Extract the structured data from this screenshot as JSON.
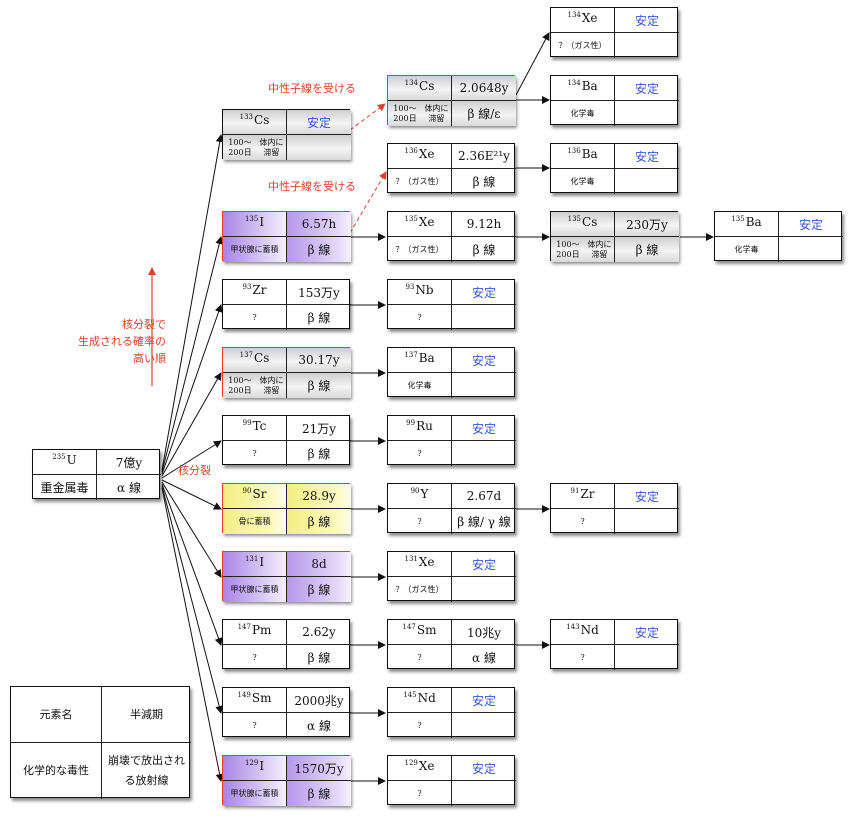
{
  "labels": {
    "fission": "核分裂",
    "neutron_1": "中性子線を受ける",
    "neutron_2": "中性子線を受ける",
    "probability": [
      "核分裂で",
      "生成される確率の",
      "高い順"
    ]
  },
  "legend": {
    "name": "元素名",
    "halflife": "半減期",
    "toxicity": "化学的な毒性",
    "radiation": "崩壊で放出される放射線"
  },
  "nodes": {
    "u235": {
      "mass": "235",
      "sym": "U",
      "life": "7億y",
      "tox": "重金属毒",
      "ray": "α 線"
    },
    "cs133": {
      "mass": "133",
      "sym": "Cs",
      "life": "安定",
      "tox": "100〜200日 体内に滞留",
      "ray": ""
    },
    "i135": {
      "mass": "135",
      "sym": "I",
      "life": "6.57h",
      "tox": "甲状腺に蓄積",
      "ray": "β 線"
    },
    "zr93": {
      "mass": "93",
      "sym": "Zr",
      "life": "153万y",
      "tox": "?",
      "ray": "β 線"
    },
    "cs137": {
      "mass": "137",
      "sym": "Cs",
      "life": "30.17y",
      "tox": "100〜200日 体内に滞留",
      "ray": "β 線"
    },
    "tc99": {
      "mass": "99",
      "sym": "Tc",
      "life": "21万y",
      "tox": "?",
      "ray": "β 線"
    },
    "sr90": {
      "mass": "90",
      "sym": "Sr",
      "life": "28.9y",
      "tox": "骨に蓄積",
      "ray": "β 線"
    },
    "i131": {
      "mass": "131",
      "sym": "I",
      "life": "8d",
      "tox": "甲状腺に蓄積",
      "ray": "β 線"
    },
    "pm147": {
      "mass": "147",
      "sym": "Pm",
      "life": "2.62y",
      "tox": "?",
      "ray": "β 線"
    },
    "sm149": {
      "mass": "149",
      "sym": "Sm",
      "life": "2000兆y",
      "tox": "?",
      "ray": "α 線"
    },
    "i129": {
      "mass": "129",
      "sym": "I",
      "life": "1570万y",
      "tox": "甲状腺に蓄積",
      "ray": "β 線"
    },
    "cs134": {
      "mass": "134",
      "sym": "Cs",
      "life": "2.0648y",
      "tox": "100〜200日 体内に滞留",
      "ray": "β 線/ε"
    },
    "xe136": {
      "mass": "136",
      "sym": "Xe",
      "life": "2.36E²¹y",
      "tox": "？（ガス性）",
      "ray": "β 線"
    },
    "xe135": {
      "mass": "135",
      "sym": "Xe",
      "life": "9.12h",
      "tox": "？（ガス性）",
      "ray": "β 線"
    },
    "nb93": {
      "mass": "93",
      "sym": "Nb",
      "life": "安定",
      "tox": "?",
      "ray": ""
    },
    "ba137": {
      "mass": "137",
      "sym": "Ba",
      "life": "安定",
      "tox": "化学毒",
      "ray": ""
    },
    "ru99": {
      "mass": "99",
      "sym": "Ru",
      "life": "安定",
      "tox": "?",
      "ray": ""
    },
    "y90": {
      "mass": "90",
      "sym": "Y",
      "life": "2.67d",
      "tox": "?",
      "ray": "β 線/ γ 線"
    },
    "xe131": {
      "mass": "131",
      "sym": "Xe",
      "life": "安定",
      "tox": "？（ガス性）",
      "ray": ""
    },
    "sm147": {
      "mass": "147",
      "sym": "Sm",
      "life": "10兆y",
      "tox": "?",
      "ray": "α 線"
    },
    "nd145": {
      "mass": "145",
      "sym": "Nd",
      "life": "安定",
      "tox": "?",
      "ray": ""
    },
    "xe129": {
      "mass": "129",
      "sym": "Xe",
      "life": "安定",
      "tox": "?",
      "ray": ""
    },
    "xe134": {
      "mass": "134",
      "sym": "Xe",
      "life": "安定",
      "tox": "？（ガス性）",
      "ray": ""
    },
    "ba134": {
      "mass": "134",
      "sym": "Ba",
      "life": "安定",
      "tox": "化学毒",
      "ray": ""
    },
    "ba136": {
      "mass": "136",
      "sym": "Ba",
      "life": "安定",
      "tox": "化学毒",
      "ray": ""
    },
    "cs135": {
      "mass": "135",
      "sym": "Cs",
      "life": "230万y",
      "tox": "100〜200日 体内に滞留",
      "ray": "β 線"
    },
    "zr91": {
      "mass": "91",
      "sym": "Zr",
      "life": "安定",
      "tox": "?",
      "ray": ""
    },
    "nd143": {
      "mass": "143",
      "sym": "Nd",
      "life": "安定",
      "tox": "?",
      "ray": ""
    },
    "ba135": {
      "mass": "135",
      "sym": "Ba",
      "life": "安定",
      "tox": "化学毒",
      "ray": ""
    }
  },
  "colors": {
    "accent_red": "#e0402a",
    "stable_blue": "#3a55d6"
  }
}
